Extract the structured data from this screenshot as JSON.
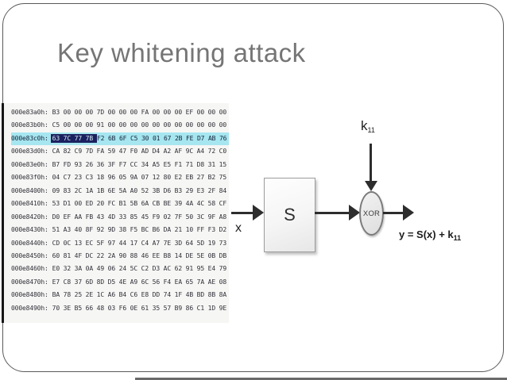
{
  "slide": {
    "title": "Key whitening attack"
  },
  "hex_editor": {
    "rows": [
      {
        "addr": "000e83a0h:",
        "bytes": "B3 00 00 00 7D 00 00 00 FA 00 00 00 EF 00 00 00"
      },
      {
        "addr": "000e83b0h:",
        "bytes": "C5 00 00 00 91 00 00 00 00 00 00 00 00 00 00 00"
      },
      {
        "addr": "000e83c0h:",
        "selected_bytes": "63 7C 77 7B",
        "bytes": "F2 6B 6F C5 30 01 67 2B FE D7 AB 76"
      },
      {
        "addr": "000e83d0h:",
        "bytes": "CA 82 C9 7D FA 59 47 F0 AD D4 A2 AF 9C A4 72 C0"
      },
      {
        "addr": "000e83e0h:",
        "bytes": "B7 FD 93 26 36 3F F7 CC 34 A5 E5 F1 71 D8 31 15"
      },
      {
        "addr": "000e83f0h:",
        "bytes": "04 C7 23 C3 18 96 05 9A 07 12 80 E2 EB 27 B2 75"
      },
      {
        "addr": "000e8400h:",
        "bytes": "09 83 2C 1A 1B 6E 5A A0 52 3B D6 B3 29 E3 2F 84"
      },
      {
        "addr": "000e8410h:",
        "bytes": "53 D1 00 ED 20 FC B1 5B 6A CB BE 39 4A 4C 58 CF"
      },
      {
        "addr": "000e8420h:",
        "bytes": "D0 EF AA FB 43 4D 33 85 45 F9 02 7F 50 3C 9F A8"
      },
      {
        "addr": "000e8430h:",
        "bytes": "51 A3 40 8F 92 9D 38 F5 BC B6 DA 21 10 FF F3 D2"
      },
      {
        "addr": "000e8440h:",
        "bytes": "CD 0C 13 EC 5F 97 44 17 C4 A7 7E 3D 64 5D 19 73"
      },
      {
        "addr": "000e8450h:",
        "bytes": "60 81 4F DC 22 2A 90 88 46 EE B8 14 DE 5E 0B DB"
      },
      {
        "addr": "000e8460h:",
        "bytes": "E0 32 3A 0A 49 06 24 5C C2 D3 AC 62 91 95 E4 79"
      },
      {
        "addr": "000e8470h:",
        "bytes": "E7 C8 37 6D 8D D5 4E A9 6C 56 F4 EA 65 7A AE 08"
      },
      {
        "addr": "000e8480h:",
        "bytes": "BA 78 25 2E 1C A6 B4 C6 E8 DD 74 1F 4B BD 8B 8A"
      },
      {
        "addr": "000e8490h:",
        "bytes": "70 3E B5 66 48 03 F6 0E 61 35 57 B9 86 C1 1D 9E"
      }
    ]
  },
  "diagram": {
    "input_label": "x",
    "sbox_label": "S",
    "xor_label": "XOR",
    "key_label_base": "k",
    "key_label_sub": "11",
    "output_label_pre": "y = S(x) + k",
    "output_label_sub": "11"
  },
  "colors": {
    "title_text": "#757575",
    "row_highlight": "#a6e6f0",
    "selection_background": "#1b2160",
    "selection_text": "#d9eef5",
    "arrow": "#2d2d2d",
    "hex_text": "#31313a"
  }
}
